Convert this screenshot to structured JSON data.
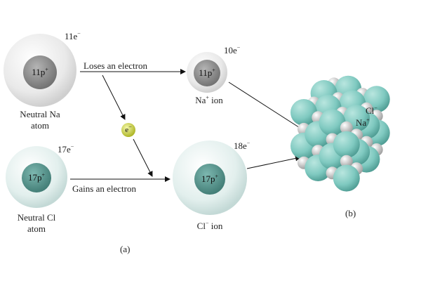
{
  "colors": {
    "na_shell": "#e6e6e6",
    "na_nucleus": "#8a8a8a",
    "cl_shell": "#d8e8e6",
    "cl_nucleus": "#4f8f88",
    "electron": "#d7e03a",
    "crystal_cl": "#7fc9c0",
    "crystal_na": "#cfcfcf",
    "arrow": "#111111"
  },
  "na_atom": {
    "electrons_base": "11e",
    "electrons_sup": "−",
    "nucleus_base": "11p",
    "nucleus_sup": "+",
    "name_line1": "Neutral Na",
    "name_line2": "atom"
  },
  "cl_atom": {
    "electrons_base": "17e",
    "electrons_sup": "−",
    "nucleus_base": "17p",
    "nucleus_sup": "+",
    "name_line1": "Neutral Cl",
    "name_line2": "atom"
  },
  "na_ion": {
    "electrons_base": "10e",
    "electrons_sup": "−",
    "nucleus_base": "11p",
    "nucleus_sup": "+",
    "name_base": "Na",
    "name_sup": "+",
    "name_suffix": " ion"
  },
  "cl_ion": {
    "electrons_base": "18e",
    "electrons_sup": "−",
    "nucleus_base": "17p",
    "nucleus_sup": "+",
    "name_base": "Cl",
    "name_sup": "−",
    "name_suffix": " ion"
  },
  "transfer": {
    "loses_label": "Loses an electron",
    "gains_label": "Gains an electron",
    "electron_base": "e",
    "electron_sup": "−"
  },
  "crystal": {
    "cl_label_base": "Cl",
    "cl_label_sup": "−",
    "na_label_base": "Na",
    "na_label_sup": "+"
  },
  "panel_labels": {
    "a": "(a)",
    "b": "(b)"
  }
}
